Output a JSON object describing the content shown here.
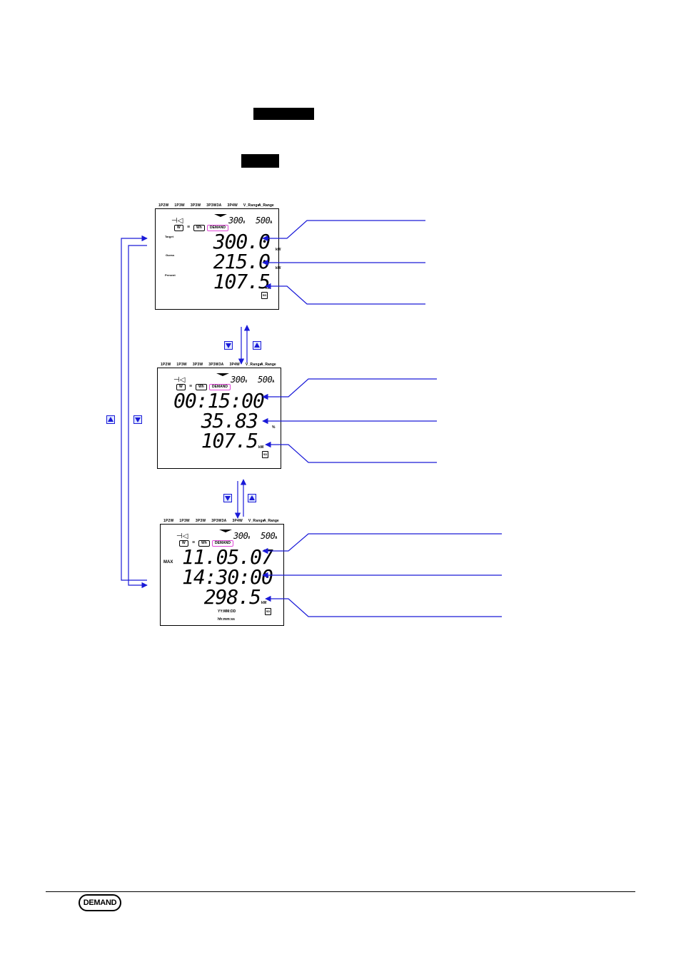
{
  "page": {
    "demand_key_label": "DEMAND"
  },
  "lcd_common": {
    "modes": [
      "1P2W",
      "1P3W",
      "3P3W",
      "3P3W3A",
      "3P4W",
      "V_Range"
    ],
    "a_range_label": "A_Range",
    "v_range_value": "300",
    "v_unit": "V",
    "a_range_value": "500",
    "a_unit": "A",
    "tag_w": "W",
    "tag_wh": "Wh",
    "tag_demand": "DEMAND",
    "sd": "SD"
  },
  "screen1": {
    "label_target": "Target",
    "label_guess": "Guess",
    "label_present": "Present",
    "row1": "300.0",
    "row1_unit": "kW",
    "row2": "215.0",
    "row2_unit": "kW",
    "row3": "107.5",
    "row3_unit": "kW"
  },
  "screen2": {
    "row1": "00:15:00",
    "row2": "35.83",
    "row2_unit": "%",
    "row3": "107.5",
    "row3_unit": "kW"
  },
  "screen3": {
    "label_max": "MAX",
    "row1": "11.05.07",
    "row2": "14:30:00",
    "row3": "298.5",
    "row3_unit": "kW",
    "date_format": "YY:MM:DD",
    "time_format": "hh:mm:ss"
  },
  "colors": {
    "arrow": "#1a1ad8",
    "demand_blink": "#e04ad8"
  },
  "icons": [
    "down-arrow-key-icon",
    "up-arrow-key-icon",
    "plug-icon",
    "sd-card-icon"
  ]
}
